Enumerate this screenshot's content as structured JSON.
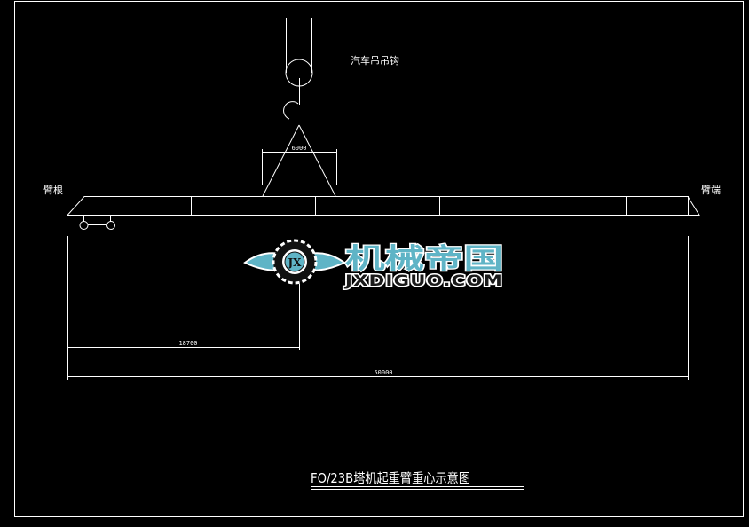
{
  "drawing": {
    "title": "FO/23B塔机起重臂重心示意图",
    "background": "#000000",
    "line_color": "#ffffff",
    "labels": {
      "hook": "汽车吊吊钩",
      "boom_root": "臂根",
      "boom_tip": "臂端"
    },
    "dimensions": {
      "sling_width": "6000",
      "center_of_gravity_distance": "18700",
      "total_length": "50000"
    },
    "watermark": {
      "chinese": "机械帝国",
      "english": "JXDIGUO.COM",
      "emblem": "JX",
      "accent_color": "#5fb4c6"
    }
  }
}
